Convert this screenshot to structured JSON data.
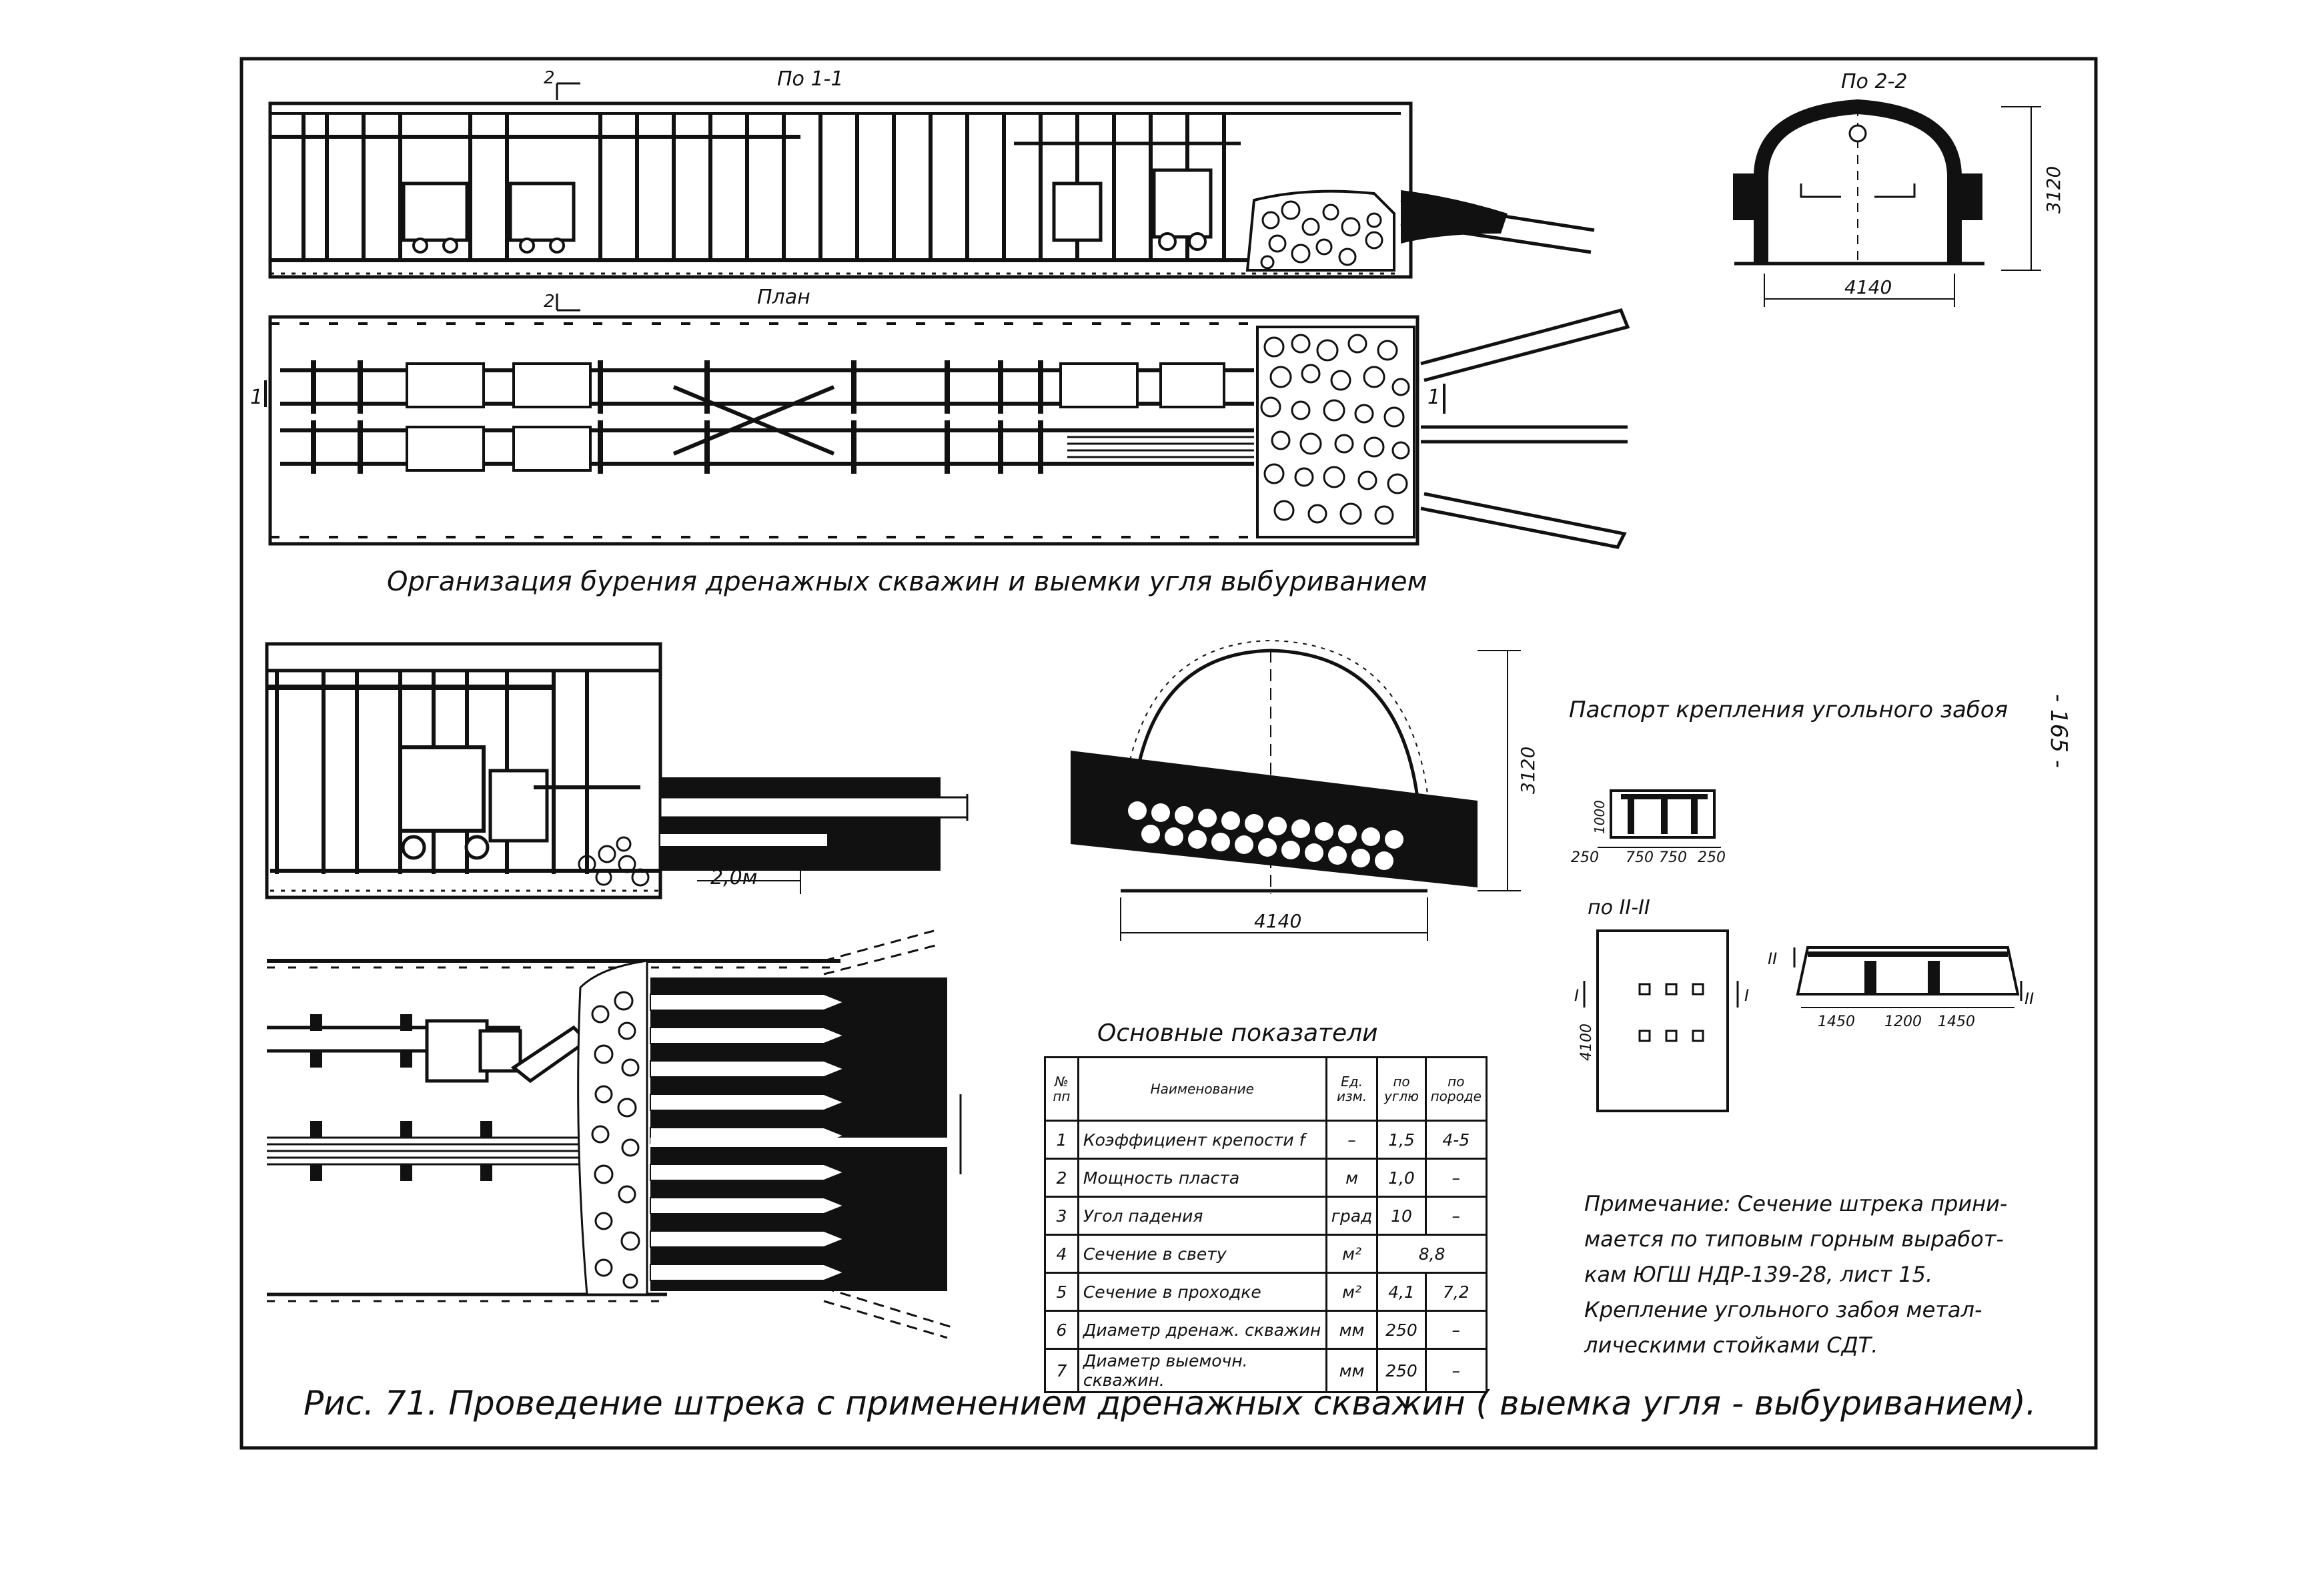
{
  "sections": {
    "section_1_1": "По 1-1",
    "section_2_2": "По 2-2",
    "plan": "План",
    "section_II_II": "по II-II"
  },
  "markers": {
    "cut_2_top": "2",
    "cut_2_bottom": "2",
    "cut_1_left": "1",
    "cut_1_right": "1",
    "cut_II_left_a": "I",
    "cut_II_right_a": "I",
    "cut_II_left_b": "II",
    "cut_II_right_b": "II"
  },
  "dimensions": {
    "arch_small_height": "3120",
    "arch_small_width": "4140",
    "arch_large_height": "3120",
    "arch_large_width": "4140",
    "drill_distance": "2,0м",
    "passport_height": "1000",
    "passport_250_left": "250",
    "passport_750_a": "750",
    "passport_750_b": "750",
    "passport_250_right": "250",
    "section_height": "4100",
    "span_1450_left": "1450",
    "span_1200": "1200",
    "span_1450_right": "1450"
  },
  "captions": {
    "organization": "Организация бурения дренажных скважин и выемки угля выбуриванием",
    "passport": "Паспорт крепления угольного забоя",
    "table_title": "Основные показатели",
    "figure": "Рис. 71. Проведение штрека с применением дренажных скважин ( выемка угля - выбуриванием).",
    "page_number": "- 165 -"
  },
  "note": {
    "line1": "Примечание: Сечение штрека прини-",
    "line2": "мается по типовым горным выработ-",
    "line3": "кам ЮГШ НДР-139-28, лист 15.",
    "line4": "Крепление угольного забоя метал-",
    "line5": "лическими стойками СДТ."
  },
  "table": {
    "headers": {
      "num": "№ пп",
      "name": "Наименование",
      "unit": "Ед. изм.",
      "coal": "по углю",
      "rock": "по породе"
    },
    "rows": [
      {
        "num": "1",
        "name": "Коэффициент крепости f",
        "unit": "–",
        "coal": "1,5",
        "rock": "4-5"
      },
      {
        "num": "2",
        "name": "Мощность пласта",
        "unit": "м",
        "coal": "1,0",
        "rock": "–"
      },
      {
        "num": "3",
        "name": "Угол падения",
        "unit": "град",
        "coal": "10",
        "rock": "–"
      },
      {
        "num": "4",
        "name": "Сечение в свету",
        "unit": "м²",
        "coal": "8,8",
        "rock": ""
      },
      {
        "num": "5",
        "name": "Сечение в проходке",
        "unit": "м²",
        "coal": "4,1",
        "rock": "7,2"
      },
      {
        "num": "6",
        "name": "Диаметр дренаж. скважин",
        "unit": "мм",
        "coal": "250",
        "rock": "–"
      },
      {
        "num": "7",
        "name": "Диаметр выемочн. скважин.",
        "unit": "мм",
        "coal": "250",
        "rock": "–"
      }
    ]
  }
}
